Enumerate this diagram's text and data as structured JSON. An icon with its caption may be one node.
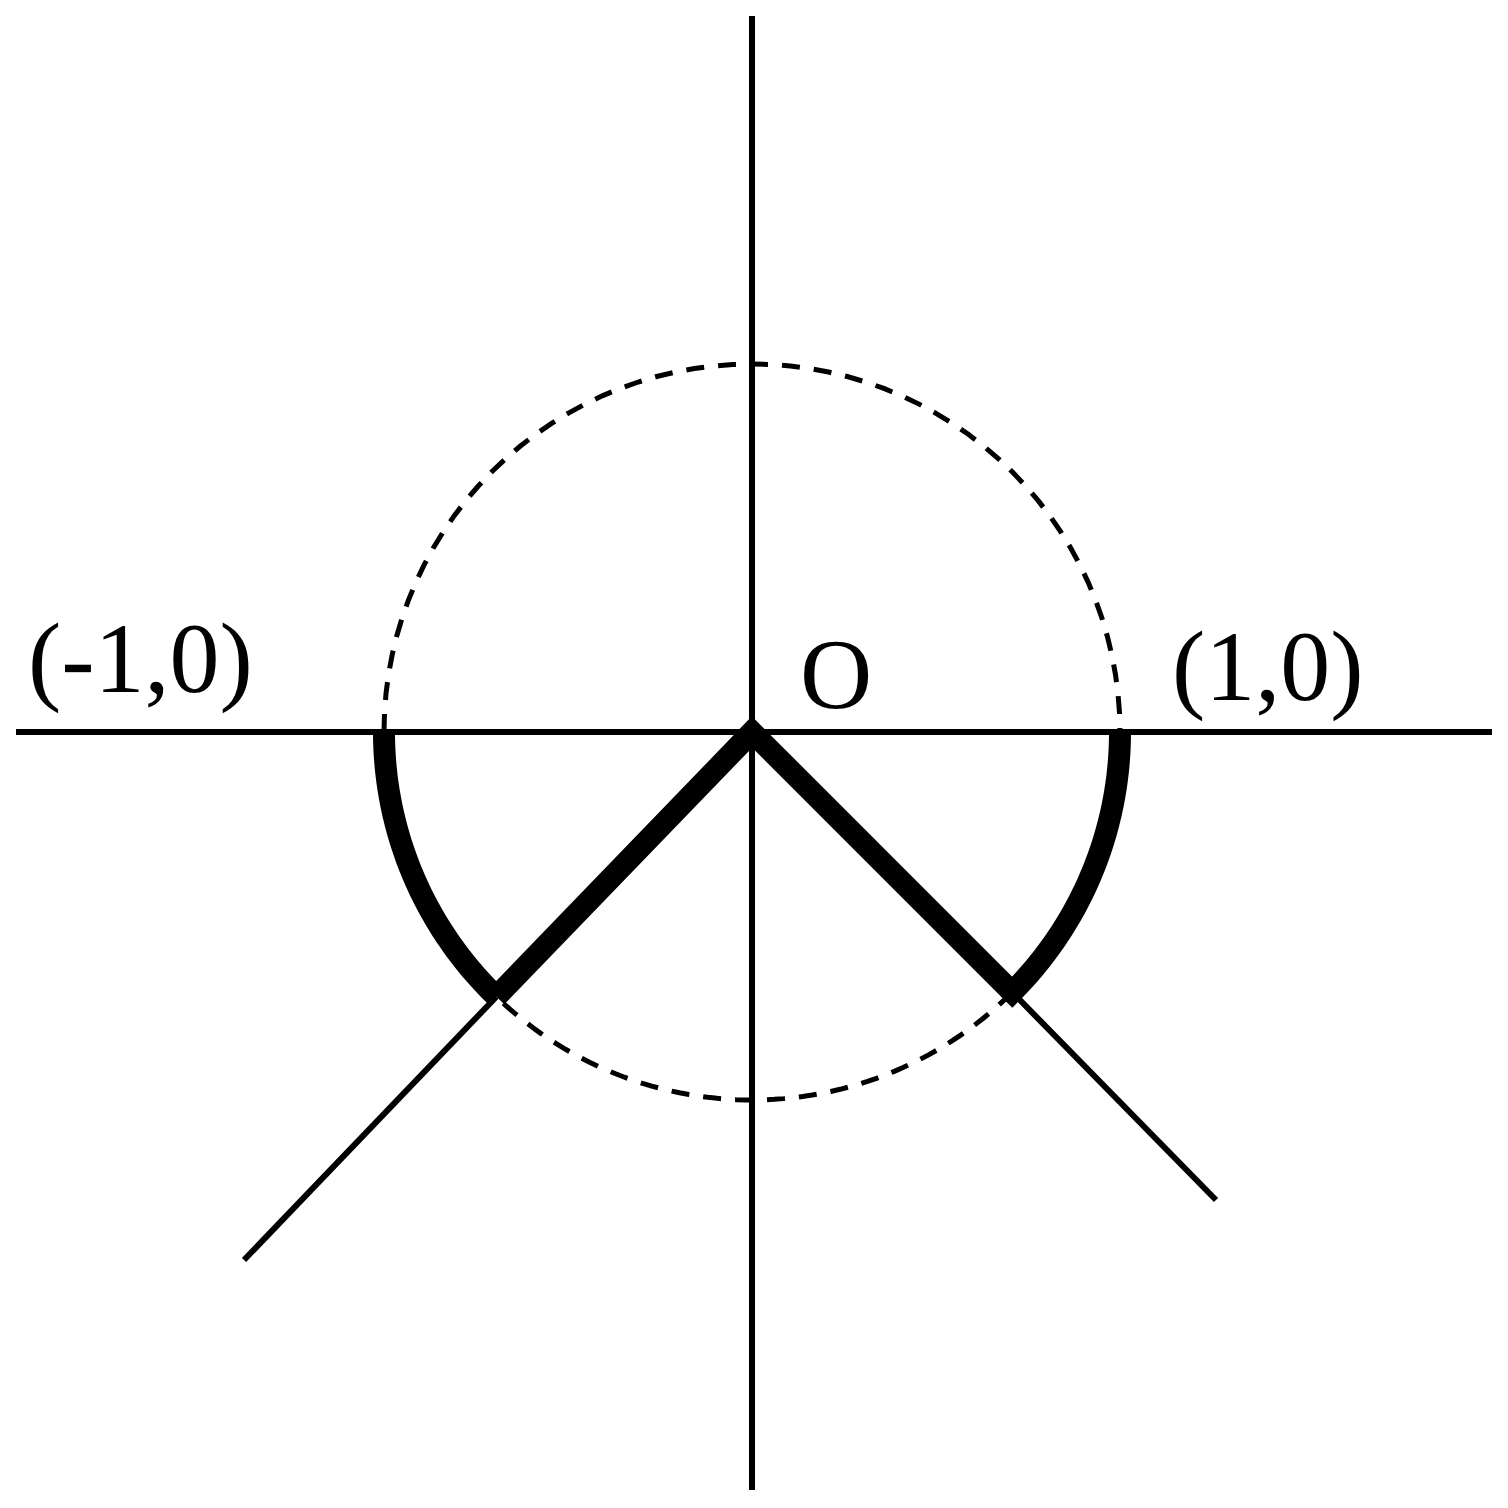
{
  "diagram": {
    "labels": [
      "(-1,0)",
      "O",
      "(1,0)"
    ]
  }
}
